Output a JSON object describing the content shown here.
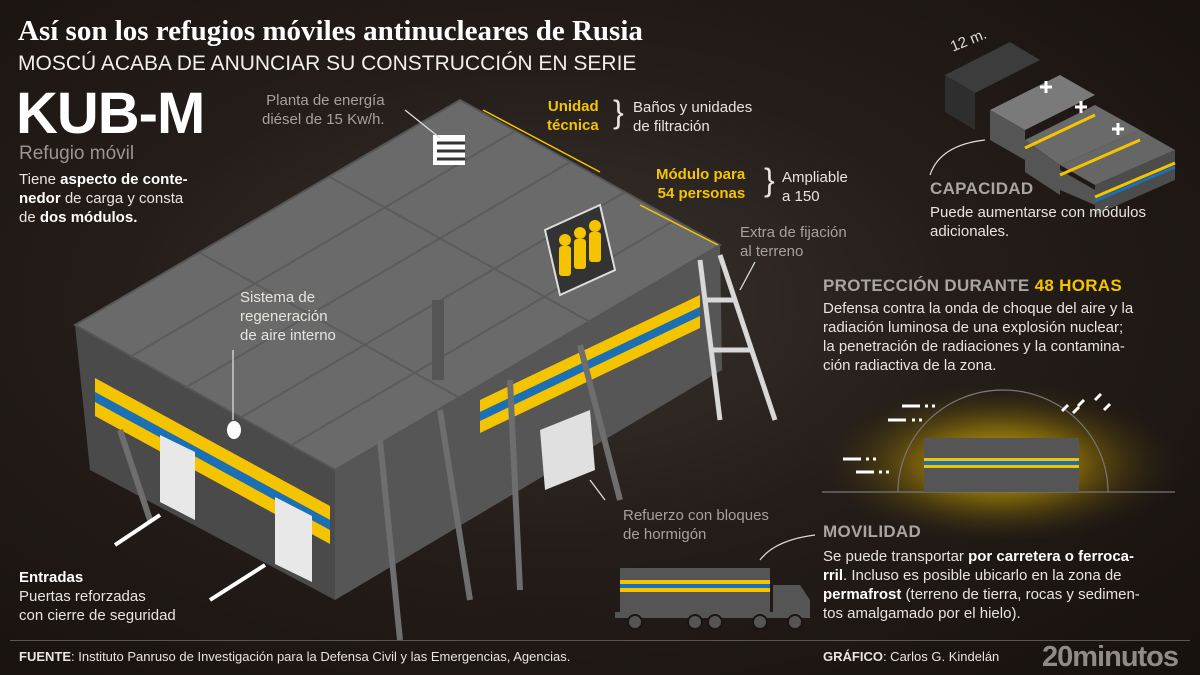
{
  "header": {
    "title": "Así son los refugios móviles antinucleares de Rusia",
    "subtitle": "MOSCÚ ACABA DE ANUNCIAR SU CONSTRUCCIÓN EN SERIE"
  },
  "intro": {
    "name": "KUB-M",
    "type": "Refugio móvil",
    "desc_1": "Tiene ",
    "desc_b1": "aspecto de conte-",
    "desc_b2": "nedor",
    "desc_2": " de carga y consta",
    "desc_3": "de ",
    "desc_b3": "dos módulos."
  },
  "labels": {
    "planta_1": "Planta de energía",
    "planta_2": "diésel de 15 Kw/h.",
    "unidad_1": "Unidad",
    "unidad_2": "técnica",
    "unidad_desc_1": "Baños y unidades",
    "unidad_desc_2": "de filtración",
    "modulo_1": "Módulo para",
    "modulo_2": "54 personas",
    "modulo_desc_1": "Ampliable",
    "modulo_desc_2": "a 150",
    "fijacion_1": "Extra de fijación",
    "fijacion_2": "al terreno",
    "sistema_1": "Sistema de",
    "sistema_2": "regeneración",
    "sistema_3": "de aire interno",
    "refuerzo_1": "Refuerzo con bloques",
    "refuerzo_2": "de hormigón",
    "entradas_title": "Entradas",
    "entradas_1": "Puertas reforzadas",
    "entradas_2": "con cierre de seguridad"
  },
  "capacidad": {
    "dimension": "12 m.",
    "title": "CAPACIDAD",
    "text_1": "Puede aumentarse con módulos",
    "text_2": "adicionales."
  },
  "proteccion": {
    "title": "PROTECCIÓN DURANTE ",
    "highlight": "48 HORAS",
    "lines": [
      "Defensa contra la onda de choque del aire y la",
      "radiación luminosa de una explosión nuclear;",
      "la penetración de radiaciones y la contamina-",
      "ción radiactiva de la zona."
    ]
  },
  "movilidad": {
    "title": "MOVILIDAD",
    "t1": "Se puede transportar ",
    "b1": "por carretera o ferroca-",
    "b2": "rril",
    "t2": ". Incluso es posible ubicarlo en la zona de",
    "b3": "permafrost",
    "t3": " (terreno de tierra, rocas y sedimen-",
    "t4": "tos amalgamado por el hielo)."
  },
  "footer": {
    "source_label": "FUENTE",
    "source_text": ": Instituto Panruso de Investigación para la Defensa Civil y las Emergencias, Agencias.",
    "credit_label": "GRÁFICO",
    "credit_text": ": Carlos G. Kindelán",
    "logo": "20minutos"
  },
  "colors": {
    "background": "#1b1512",
    "accent_yellow": "#f5c400",
    "accent_blue": "#1a6fb5",
    "container_grey": "#5a5a5a"
  }
}
